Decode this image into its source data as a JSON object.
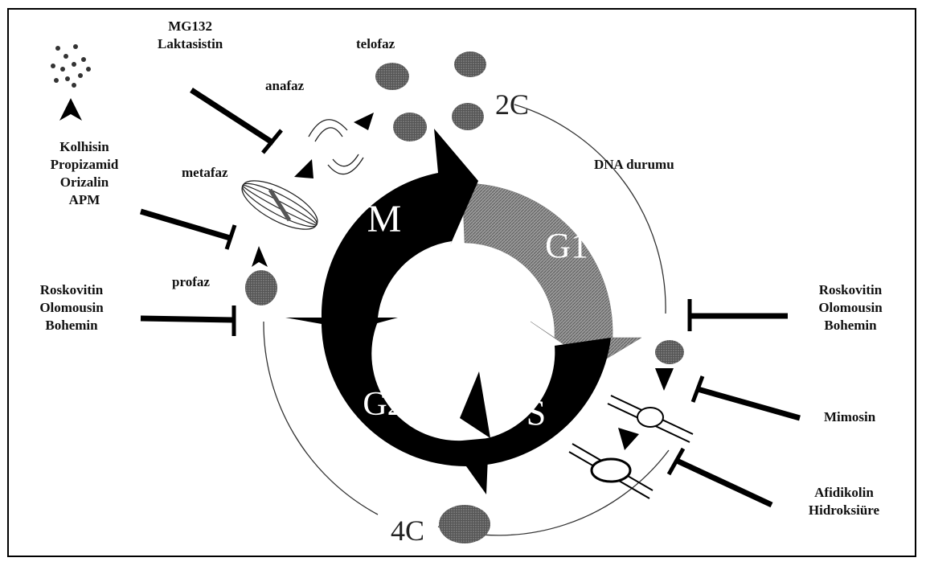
{
  "phases": {
    "m": "M",
    "g1": "G1",
    "s": "S",
    "g2": "G2"
  },
  "dna": {
    "c2": "2C",
    "c4": "4C",
    "state": "DNA durumu"
  },
  "stages": {
    "telofaz": "telofaz",
    "anafaz": "anafaz",
    "metafaz": "metafaz",
    "profaz": "profaz"
  },
  "inhibitors": {
    "proteasome": [
      "MG132",
      "Laktasistin"
    ],
    "microtubule": [
      "Kolhisin",
      "Propizamid",
      "Orizalin",
      "APM"
    ],
    "cdk_left": [
      "Roskovitin",
      "Olomousin",
      "Bohemin"
    ],
    "cdk_right": [
      "Roskovitin",
      "Olomousin",
      "Bohemin"
    ],
    "mimosine": [
      "Mimosin"
    ],
    "polymerase": [
      "Afidikolin",
      "Hidroksiüre"
    ]
  },
  "colors": {
    "ring": "#000000",
    "g1_fill": "#8f8f8f",
    "cell": "#4a4a4a",
    "line": "#111111"
  }
}
